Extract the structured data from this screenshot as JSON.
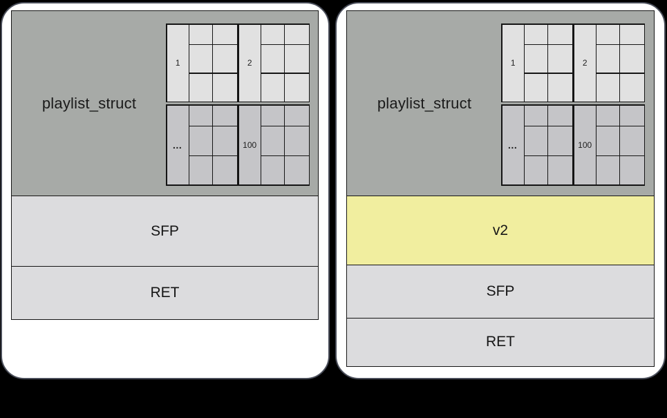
{
  "colors": {
    "background": "#000000",
    "panel_bg": "#ffffff",
    "panel_border": "#4a4e5a",
    "struct_box_bg": "#a7aaa7",
    "grid_top_cell_bg": "#e1e1e1",
    "grid_bottom_cell_bg": "#c5c5c8",
    "stack_box_bg": "#dcdcde",
    "highlight_box_bg": "#f1ee9f",
    "line": "#141414"
  },
  "panels": [
    {
      "id": "before",
      "struct_label": "playlist_struct",
      "grid": {
        "top_labels": [
          "1",
          "2"
        ],
        "bottom_labels": [
          "…",
          "100"
        ]
      },
      "stack": [
        {
          "label": "SFP",
          "highlight": false
        },
        {
          "label": "RET",
          "highlight": false
        }
      ]
    },
    {
      "id": "after",
      "struct_label": "playlist_struct",
      "grid": {
        "top_labels": [
          "1",
          "2"
        ],
        "bottom_labels": [
          "…",
          "100"
        ]
      },
      "stack": [
        {
          "label": "v2",
          "highlight": true
        },
        {
          "label": "SFP",
          "highlight": false
        },
        {
          "label": "RET",
          "highlight": false
        }
      ]
    }
  ]
}
